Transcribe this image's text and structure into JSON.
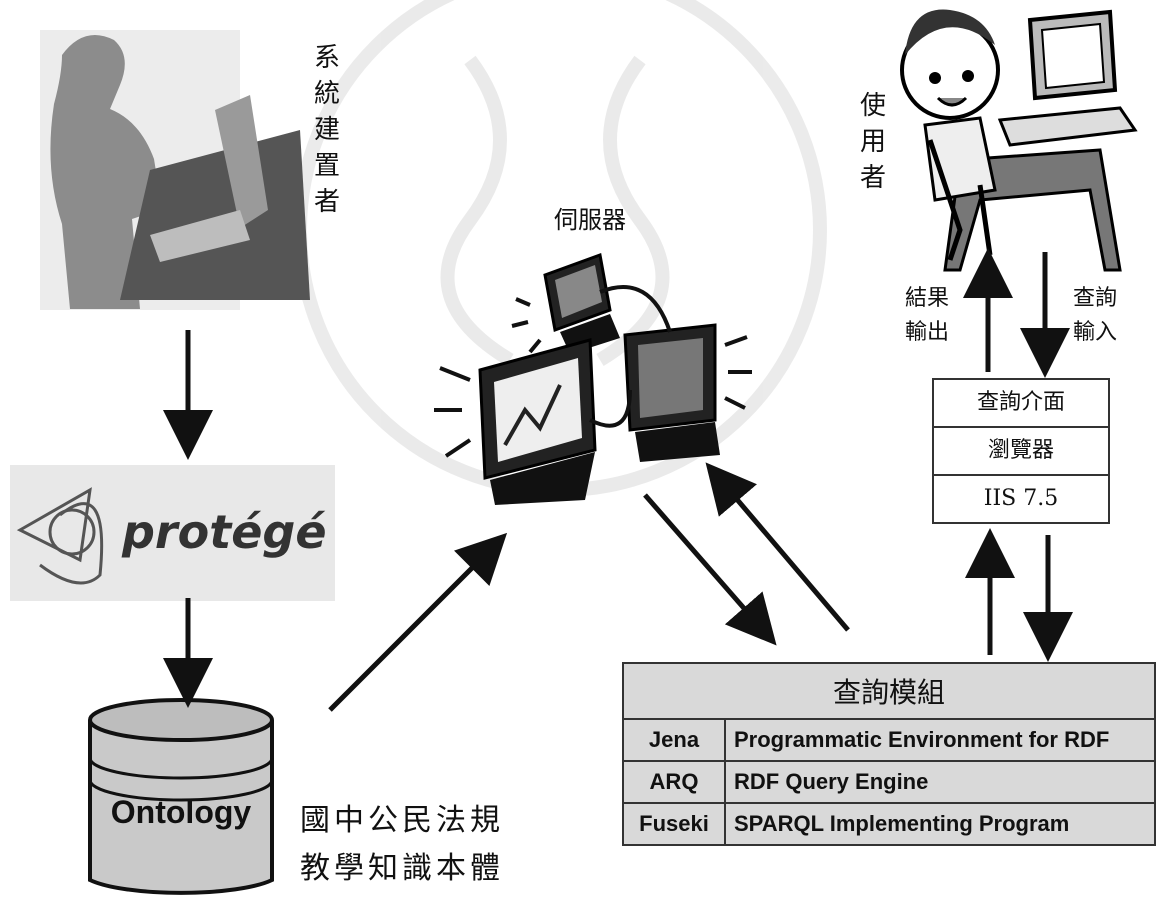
{
  "builder": {
    "label": "系統建置者"
  },
  "user": {
    "label": "使用者"
  },
  "server": {
    "label": "伺服器"
  },
  "protege": {
    "logo_text": "protégé"
  },
  "ontology": {
    "cylinder_label": "Ontology",
    "caption_line1": "國中公民法規",
    "caption_line2": "教學知識本體"
  },
  "flow": {
    "result_output": [
      "結果",
      "輸出"
    ],
    "query_input": [
      "查詢",
      "輸入"
    ]
  },
  "client_stack": {
    "layers": [
      "查詢介面",
      "瀏覽器",
      "IIS 7.5"
    ]
  },
  "query_module": {
    "title": "查詢模組",
    "rows": [
      {
        "name": "Jena",
        "desc": "Programmatic Environment for RDF"
      },
      {
        "name": "ARQ",
        "desc": "RDF Query Engine"
      },
      {
        "name": "Fuseki",
        "desc": "SPARQL Implementing Program"
      }
    ]
  },
  "colors": {
    "fill_gray": "#d9d9d9",
    "stroke": "#111111",
    "silhouette": "#8c8c8c"
  }
}
